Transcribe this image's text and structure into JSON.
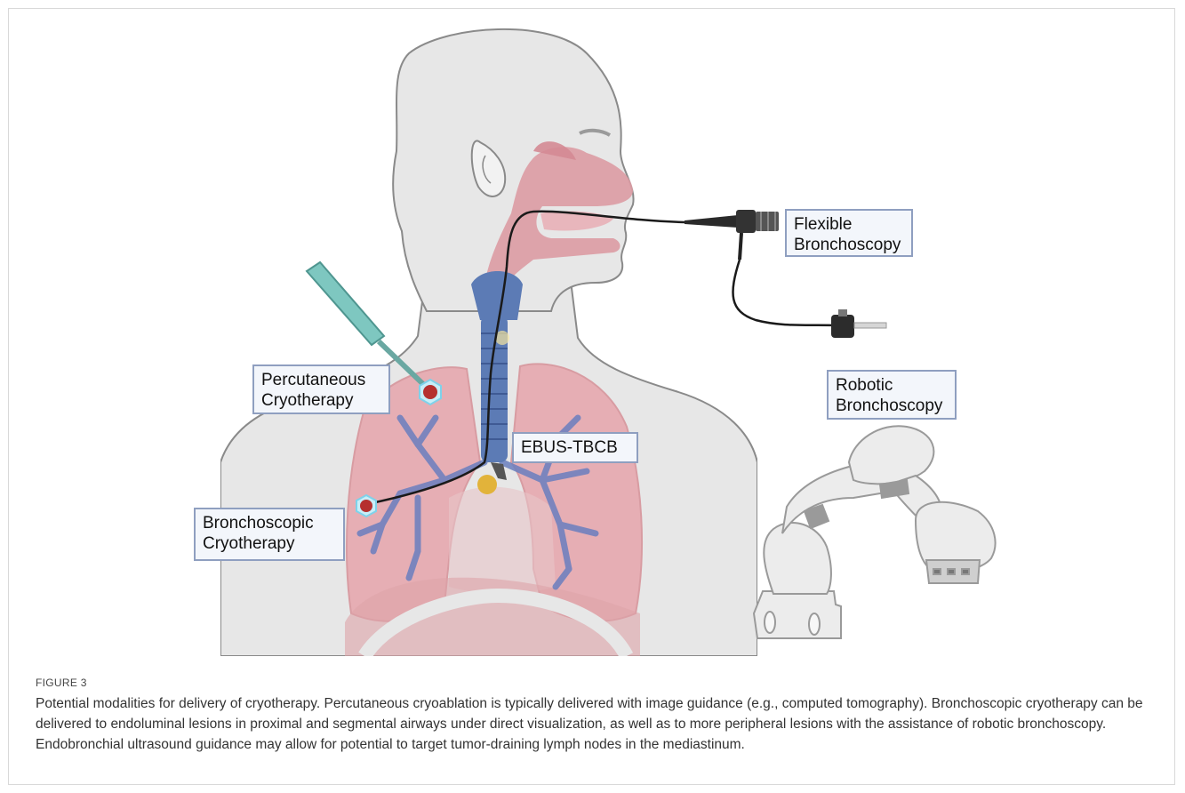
{
  "labels": {
    "flexible": [
      "Flexible",
      "Bronchoscopy"
    ],
    "robotic": [
      "Robotic",
      "Bronchoscopy"
    ],
    "percutaneous": [
      "Percutaneous",
      "Cryotherapy"
    ],
    "ebus": [
      "EBUS-TBCB"
    ],
    "bronchoscopic": [
      "Bronchoscopic",
      "Cryotherapy"
    ]
  },
  "figure": {
    "label": "FIGURE 3",
    "caption": "Potential modalities for delivery of cryotherapy. Percutaneous cryoablation is typically delivered with image guidance (e.g., computed tomography). Bronchoscopic cryotherapy can be delivered to endoluminal lesions in proximal and segmental airways under direct visualization, as well as to more peripheral lesions with the assistance of robotic bronchoscopy. Endobronchial ultrasound guidance may allow for potential to target tumor-draining lymph nodes in the mediastinum."
  },
  "colors": {
    "skin": "#e7e7e7",
    "outline": "#8a8a8a",
    "lung": "#e6a1a8",
    "airway": "#5c7bb5",
    "nasal": "#dc9ba3",
    "probe": "#7ec7c0",
    "tumor": "#b5302f",
    "lymph": "#e2b33a",
    "robot": "#ececec"
  }
}
